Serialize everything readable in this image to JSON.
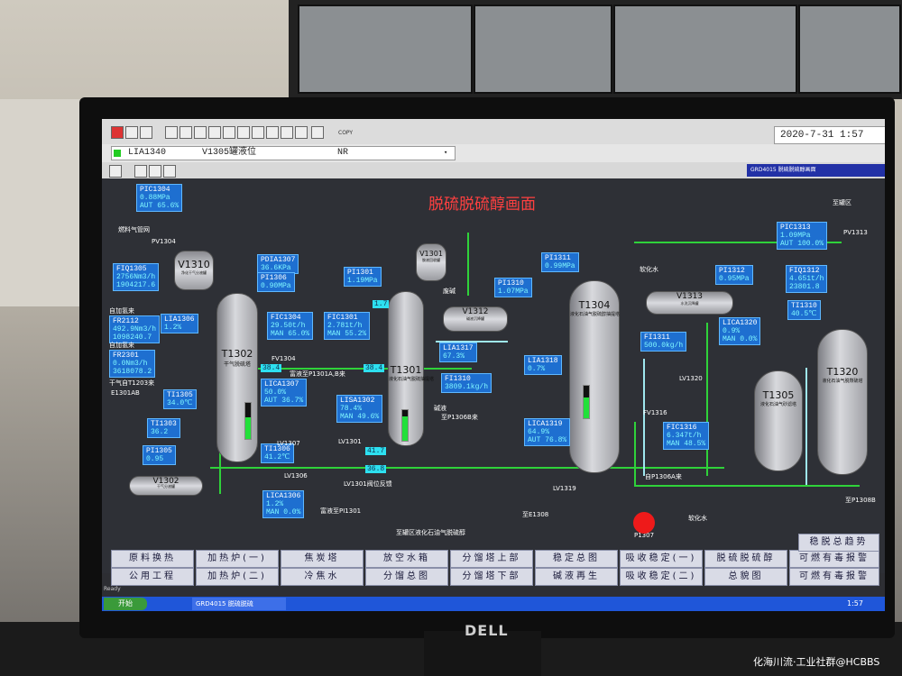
{
  "header": {
    "date_time": "2020-7-31 1:57",
    "tag_id": "LIA1340",
    "tag_desc": "V1305罐液位",
    "tag_mode": "NR",
    "copy_label": "COPY",
    "panel_tag": "GRD4015 脱硫脱硫醇画面"
  },
  "process": {
    "title": "脱硫脱硫醇画面",
    "towers": [
      {
        "id": "T1302",
        "sub": "干气脱硫塔"
      },
      {
        "id": "T1301",
        "sub": "液化石油气脱硫抽提塔"
      },
      {
        "id": "T1304",
        "sub": "液化石油气脱硫醇抽提塔"
      },
      {
        "id": "T1305",
        "sub": "液化石油气砂滤塔"
      },
      {
        "id": "T1320",
        "sub": "液化石油气脱羰硫塔"
      }
    ],
    "vessels": [
      {
        "id": "V1310",
        "sub": "净化干气分液罐"
      },
      {
        "id": "V1302",
        "sub": "干气分液罐"
      },
      {
        "id": "V1312",
        "sub": "碱液沉降罐"
      },
      {
        "id": "V1313",
        "sub": "水洗沉降罐"
      },
      {
        "id": "V1301",
        "sub": "胺液回收罐"
      }
    ],
    "instruments": [
      {
        "tag": "PIC1304",
        "val": "0.88MPa",
        "mode": "AUT 65.6%"
      },
      {
        "tag": "FIQ1305",
        "val": "2756Nm3/h",
        "mode": "1904217.6"
      },
      {
        "tag": "FR2112",
        "val": "492.9Nm3/h",
        "mode": "1098240.7"
      },
      {
        "tag": "FR2301",
        "val": "0.0Nm3/h",
        "mode": "3618078.2"
      },
      {
        "tag": "LIA1306",
        "val": "1.2%",
        "mode": ""
      },
      {
        "tag": "TI1305",
        "val": "34.0℃",
        "mode": ""
      },
      {
        "tag": "TI1303",
        "val": "36.2",
        "mode": ""
      },
      {
        "tag": "PI1305",
        "val": "0.95",
        "mode": ""
      },
      {
        "tag": "PDIA1307",
        "val": "36.6KPa",
        "mode": ""
      },
      {
        "tag": "PI1306",
        "val": "0.90MPa",
        "mode": ""
      },
      {
        "tag": "FIC1304",
        "val": "29.50t/h",
        "mode": "MAN 65.0%"
      },
      {
        "tag": "LICA1307",
        "val": "50.0%",
        "mode": "AUT 36.7%"
      },
      {
        "tag": "TI1306",
        "val": "41.2℃",
        "mode": ""
      },
      {
        "tag": "LICA1306",
        "val": "1.2%",
        "mode": "MAN 0.0%"
      },
      {
        "tag": "PI1301",
        "val": "1.19MPa",
        "mode": ""
      },
      {
        "tag": "FIC1301",
        "val": "2.781t/h",
        "mode": "MAN 55.2%"
      },
      {
        "tag": "LISA1302",
        "val": "78.4%",
        "mode": "MAN 49.6%"
      },
      {
        "tag": "PI1310",
        "val": "1.07MPa",
        "mode": ""
      },
      {
        "tag": "LIA1317",
        "val": "67.3%",
        "mode": ""
      },
      {
        "tag": "FI1310",
        "val": "3809.1kg/h",
        "mode": ""
      },
      {
        "tag": "PI1311",
        "val": "0.99MPa",
        "mode": ""
      },
      {
        "tag": "LIA1318",
        "val": "0.7%",
        "mode": ""
      },
      {
        "tag": "LICA1319",
        "val": "64.9%",
        "mode": "AUT 76.8%"
      },
      {
        "tag": "PI1312",
        "val": "0.95MPa",
        "mode": ""
      },
      {
        "tag": "FI1311",
        "val": "500.0kg/h",
        "mode": ""
      },
      {
        "tag": "LICA1320",
        "val": "0.9%",
        "mode": "MAN 0.0%"
      },
      {
        "tag": "FIC1316",
        "val": "6.347t/h",
        "mode": "MAN 48.5%"
      },
      {
        "tag": "PIC1313",
        "val": "1.09MPa",
        "mode": "AUT 100.0%"
      },
      {
        "tag": "FIQ1312",
        "val": "4.651t/h",
        "mode": "23801.8"
      },
      {
        "tag": "TI1310",
        "val": "40.5℃",
        "mode": ""
      }
    ],
    "misc_values": [
      "38.4",
      "38.4",
      "1.7",
      "41.7",
      "36.8"
    ],
    "labels": {
      "fuel_gas": "燃料气管网",
      "hydrogen1": "自加氢来",
      "hydrogen2": "自加氢来",
      "dry_gas": "干气自T1203来",
      "e1301ab": "E1301AB",
      "rich_amine": "富液至P1301A,B来",
      "lv1301": "LV1301阀位反馈",
      "rich_to_pi": "富液至PI1301",
      "to_area": "至罐区",
      "pump": "P1307",
      "soft_water": "软化水",
      "soft_water2": "软化水",
      "waste_alkali": "废碱",
      "caustic_in": "碱液",
      "to_e1308": "至E1308",
      "to_p1306": "至P1306B来",
      "from_p1306a": "自P1306A来",
      "to_p1308": "至P1308B",
      "lv1319": "LV1319",
      "lv1320": "LV1320",
      "lv1306": "LV1306",
      "lv1307": "LV1307",
      "pv1304": "PV1304",
      "pv1313": "PV1313",
      "fv1304": "FV1304",
      "lv1301v": "LV1301",
      "fv1316": "FV1316",
      "lean_to_area": "至罐区液化石油气脱硫醇"
    }
  },
  "nav": {
    "row1": [
      "原料换热",
      "加热炉(一)",
      "焦炭塔",
      "放空水箱",
      "分馏塔上部",
      "稳定总图",
      "吸收稳定(一)",
      "脱硫脱硫醇",
      "可燃有毒报警"
    ],
    "row2": [
      "公用工程",
      "加热炉(二)",
      "冷焦水",
      "分馏总图",
      "分馏塔下部",
      "碱液再生",
      "吸收稳定(二)",
      "总貌图",
      "可燃有毒报警"
    ],
    "extra": "稳脱总趋势"
  },
  "taskbar": {
    "start": "开始",
    "item": "GRD4015 脱硫脱硫",
    "clock": "1:57",
    "ready": "Ready"
  },
  "monitor_brand": "DELL",
  "watermark": "化海川流·工业社群@HCBBS"
}
